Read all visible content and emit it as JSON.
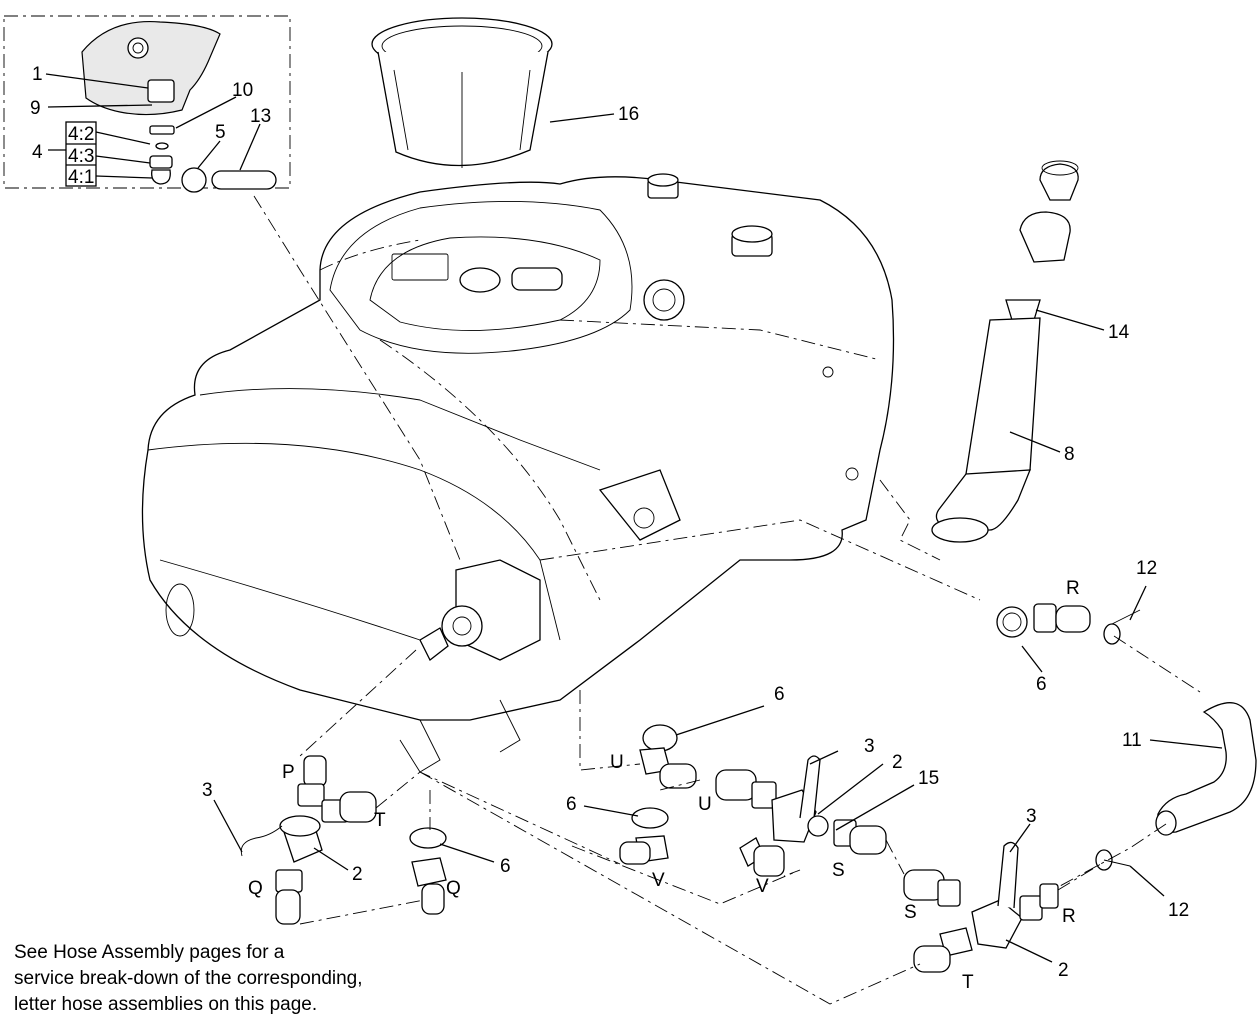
{
  "callouts": {
    "c1": "1",
    "c9": "9",
    "c10": "10",
    "c5": "5",
    "c13": "13",
    "c4": "4",
    "c4_2": "4:2",
    "c4_3": "4:3",
    "c4_1": "4:1",
    "c16": "16",
    "c14": "14",
    "c8": "8",
    "c12a": "12",
    "cRa": "R",
    "c6a": "6",
    "c11": "11",
    "c6b": "6",
    "cUa": "U",
    "c3a": "3",
    "c2a": "2",
    "c15": "15",
    "cUb": "U",
    "cPa": "P",
    "c3b": "3",
    "cTa": "T",
    "c2b": "2",
    "cQa": "Q",
    "c6c": "6",
    "cQb": "Q",
    "c6d": "6",
    "cVa": "V",
    "cVb": "V",
    "cSa": "S",
    "c3c": "3",
    "cSb": "S",
    "cRb": "R",
    "c12b": "12",
    "c2c": "2",
    "cTb": "T"
  },
  "note": {
    "line1": "See Hose Assembly pages for a",
    "line2": "service break-down of the corresponding,",
    "line3": "letter hose assemblies on this page."
  }
}
